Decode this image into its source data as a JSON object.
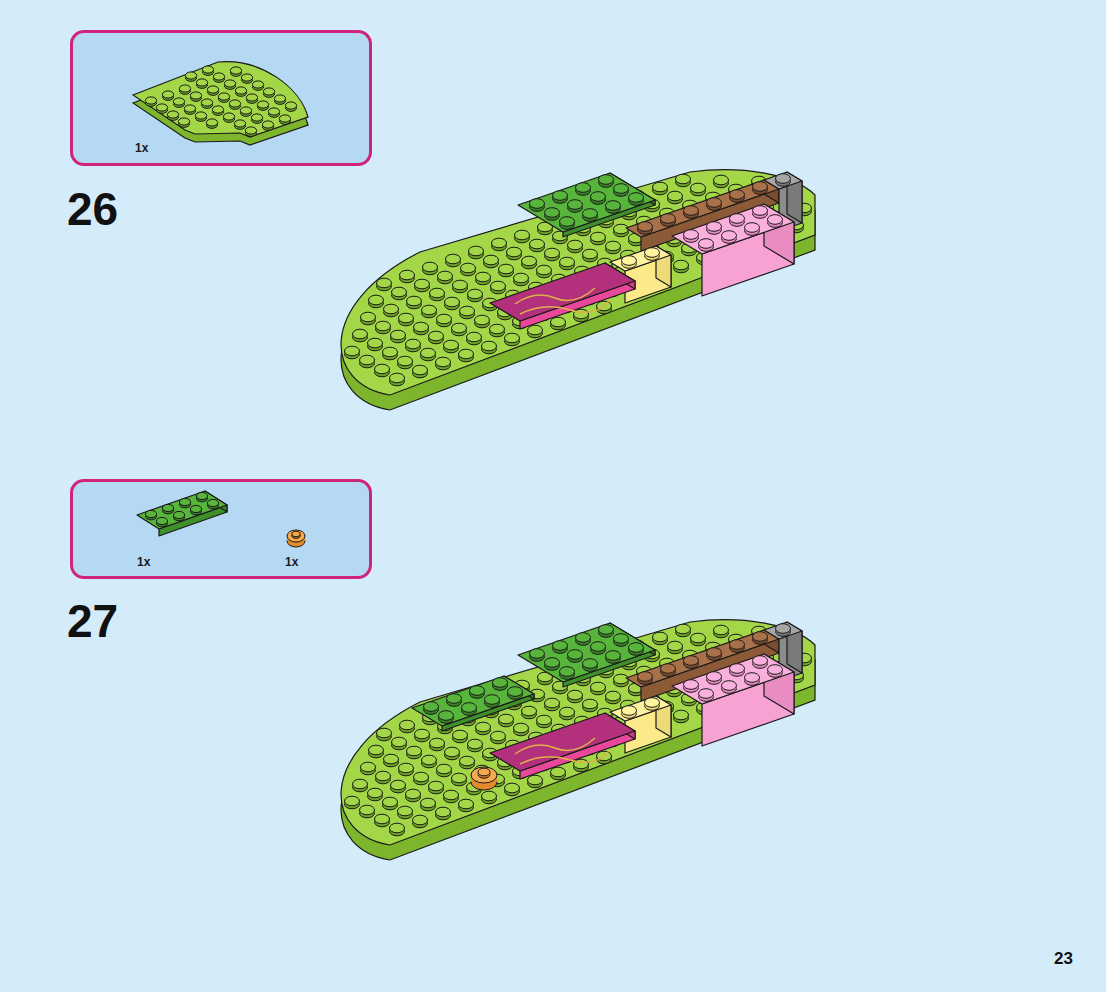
{
  "diagram": {
    "nodes": [
      {
        "text": [
          "1x"
        ]
      },
      {
        "text": [
          "1x",
          "1x"
        ]
      }
    ],
    "labels": [
      "26",
      "27",
      "23"
    ]
  }
}
